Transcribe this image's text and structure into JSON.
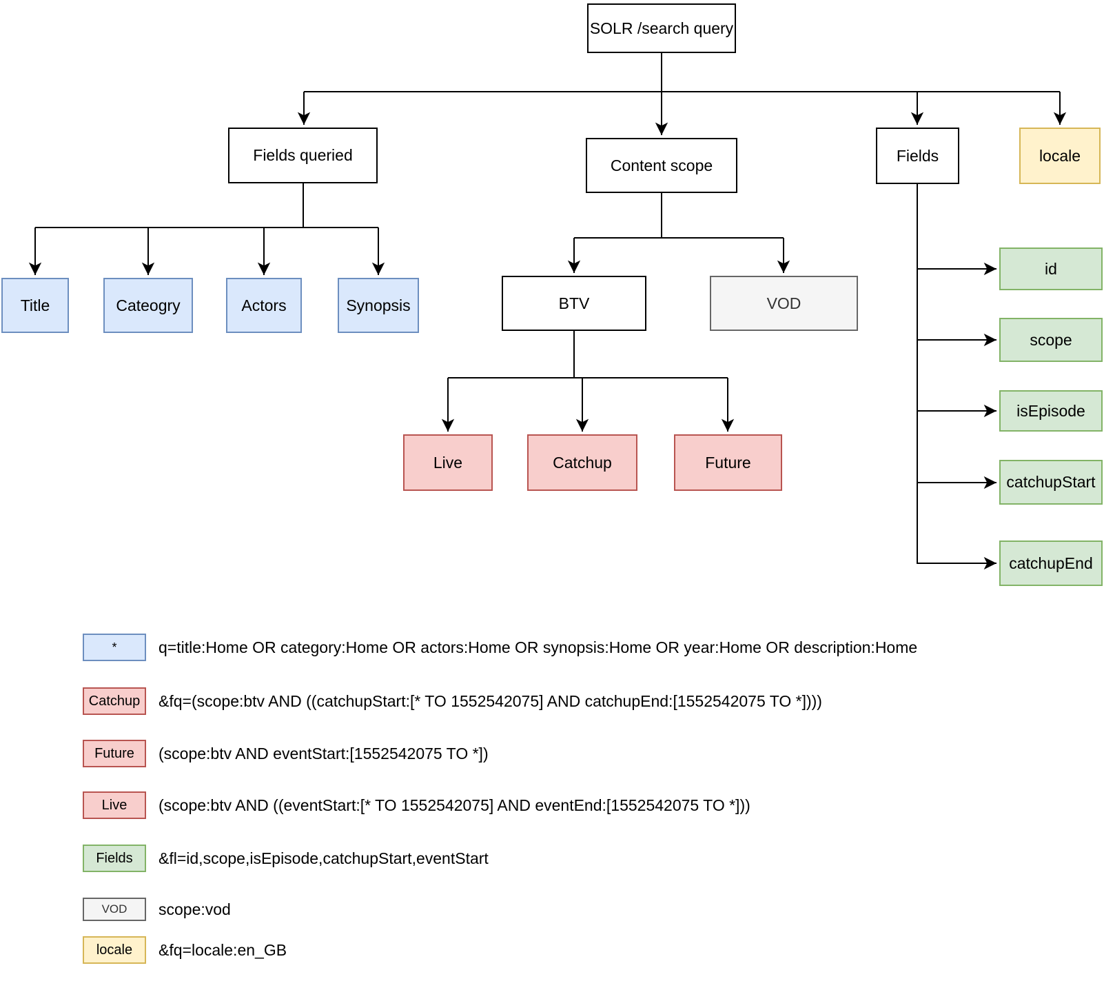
{
  "diagram": {
    "root": "SOLR /search query",
    "level1": {
      "fields_queried": "Fields queried",
      "content_scope": "Content scope",
      "fields": "Fields",
      "locale": "locale"
    },
    "fields_queried_children": {
      "title": "Title",
      "cateogry": "Cateogry",
      "actors": "Actors",
      "synopsis": "Synopsis"
    },
    "content_scope_children": {
      "btv": "BTV",
      "vod": "VOD"
    },
    "btv_children": {
      "live": "Live",
      "catchup": "Catchup",
      "future": "Future"
    },
    "fields_children": {
      "id": "id",
      "scope": "scope",
      "isEpisode": "isEpisode",
      "catchupStart": "catchupStart",
      "catchupEnd": "catchupEnd"
    }
  },
  "colors": {
    "blue_fill": "#dae8fc",
    "blue_border": "#6c8ebf",
    "red_fill": "#f8cecc",
    "red_border": "#b85450",
    "green_fill": "#d5e8d4",
    "green_border": "#82b366",
    "yellow_fill": "#fff2cc",
    "yellow_border": "#d6b656",
    "gray_fill": "#f5f5f5",
    "gray_border": "#666666"
  },
  "legend": {
    "rows": [
      {
        "label": "*",
        "color": "blue",
        "text": "q=title:Home OR category:Home OR actors:Home OR synopsis:Home OR year:Home OR description:Home"
      },
      {
        "label": "Catchup",
        "color": "red",
        "text": "&fq=(scope:btv AND ((catchupStart:[* TO 1552542075] AND catchupEnd:[1552542075 TO *])))"
      },
      {
        "label": "Future",
        "color": "red",
        "text": "(scope:btv AND eventStart:[1552542075 TO *])"
      },
      {
        "label": "Live",
        "color": "red",
        "text": "(scope:btv AND ((eventStart:[* TO 1552542075] AND eventEnd:[1552542075 TO *]))"
      },
      {
        "label": "Fields",
        "color": "green",
        "text": "&fl=id,scope,isEpisode,catchupStart,eventStart"
      },
      {
        "label": "VOD",
        "color": "gray",
        "text": "scope:vod"
      },
      {
        "label": "locale",
        "color": "yellow",
        "text": "&fq=locale:en_GB"
      }
    ]
  }
}
